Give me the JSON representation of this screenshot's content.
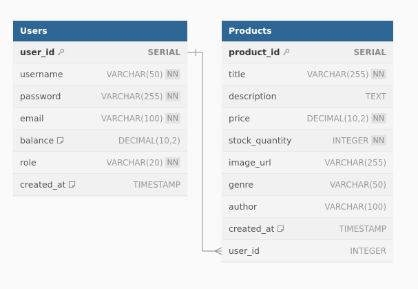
{
  "tables": [
    {
      "name": "Users",
      "fields": [
        {
          "name": "user_id",
          "type": "SERIAL",
          "pk": true,
          "key_icon": true
        },
        {
          "name": "username",
          "type": "VARCHAR(50)",
          "nn": "NN"
        },
        {
          "name": "password",
          "type": "VARCHAR(255)",
          "nn": "NN"
        },
        {
          "name": "email",
          "type": "VARCHAR(100)",
          "nn": "NN"
        },
        {
          "name": "balance",
          "type": "DECIMAL(10,2)",
          "note_icon": true
        },
        {
          "name": "role",
          "type": "VARCHAR(20)",
          "nn": "NN"
        },
        {
          "name": "created_at",
          "type": "TIMESTAMP",
          "note_icon": true
        }
      ]
    },
    {
      "name": "Products",
      "fields": [
        {
          "name": "product_id",
          "type": "SERIAL",
          "pk": true,
          "key_icon": true
        },
        {
          "name": "title",
          "type": "VARCHAR(255)",
          "nn": "NN"
        },
        {
          "name": "description",
          "type": "TEXT"
        },
        {
          "name": "price",
          "type": "DECIMAL(10,2)",
          "nn": "NN"
        },
        {
          "name": "stock_quantity",
          "type": "INTEGER",
          "nn": "NN"
        },
        {
          "name": "image_url",
          "type": "VARCHAR(255)"
        },
        {
          "name": "genre",
          "type": "VARCHAR(50)"
        },
        {
          "name": "author",
          "type": "VARCHAR(100)"
        },
        {
          "name": "created_at",
          "type": "TIMESTAMP",
          "note_icon": true
        },
        {
          "name": "user_id",
          "type": "INTEGER"
        }
      ]
    }
  ],
  "relations": [
    {
      "from_table": "Users",
      "from_field": "user_id",
      "to_table": "Products",
      "to_field": "user_id",
      "from_cardinality": "one",
      "to_cardinality": "many"
    }
  ],
  "colors": {
    "header": "#2e6795",
    "background": "#fafafa",
    "row": "#f1f1f1",
    "line": "#8a8a8a"
  }
}
